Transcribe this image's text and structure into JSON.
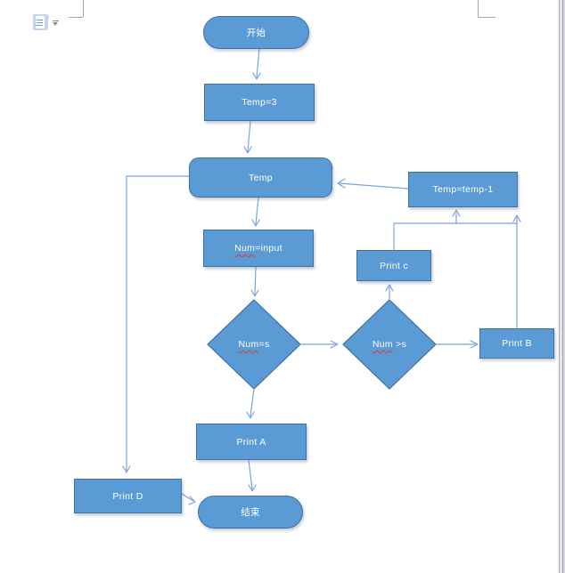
{
  "editor": {
    "paste_options": {
      "button": "paste-options",
      "icon": "clipboard-document-icon",
      "dropdown": "chevron-down-icon"
    },
    "crop_marks": "text-boundary corner marks (top-left, top-right)"
  },
  "colors": {
    "shape_fill": "#5b9bd5",
    "shape_border": "#41719c",
    "connector": "#79a4da",
    "label_text": "#ffffff",
    "spellcheck_squiggle": "#e03a23",
    "crop_mark": "#a6a6a6",
    "page_background": "#ffffff",
    "gutter": "#e4e6e9"
  },
  "flowchart": {
    "nodes": {
      "start": {
        "type": "terminator",
        "label": "开始"
      },
      "temp3": {
        "type": "process",
        "label": "Temp=3"
      },
      "temp": {
        "type": "alternate-process",
        "label": "Temp"
      },
      "numinput": {
        "type": "process",
        "part1": "Num",
        "part2": "=input"
      },
      "numeq": {
        "type": "decision",
        "part1": "Num",
        "part2": "=s"
      },
      "numgt": {
        "type": "decision",
        "part1": "Num",
        "part2": " >s"
      },
      "printc": {
        "type": "process",
        "label": "Print c"
      },
      "tempm1": {
        "type": "process",
        "label": "Temp=temp-1"
      },
      "printb": {
        "type": "process",
        "label": "Print B"
      },
      "printa": {
        "type": "process",
        "label": "Print A"
      },
      "printd": {
        "type": "process",
        "label": "Print D"
      },
      "end": {
        "type": "terminator",
        "label": "结束"
      }
    },
    "edges": [
      "start -> temp3",
      "temp3 -> temp",
      "temp -> numinput",
      "numinput -> numeq",
      "numeq -> numgt",
      "numeq -> printa",
      "numgt -> printc",
      "numgt -> printb",
      "printc -> tempm1",
      "printb -> tempm1",
      "tempm1 -> temp",
      "temp -> printd",
      "printd -> end",
      "printa -> end"
    ]
  }
}
